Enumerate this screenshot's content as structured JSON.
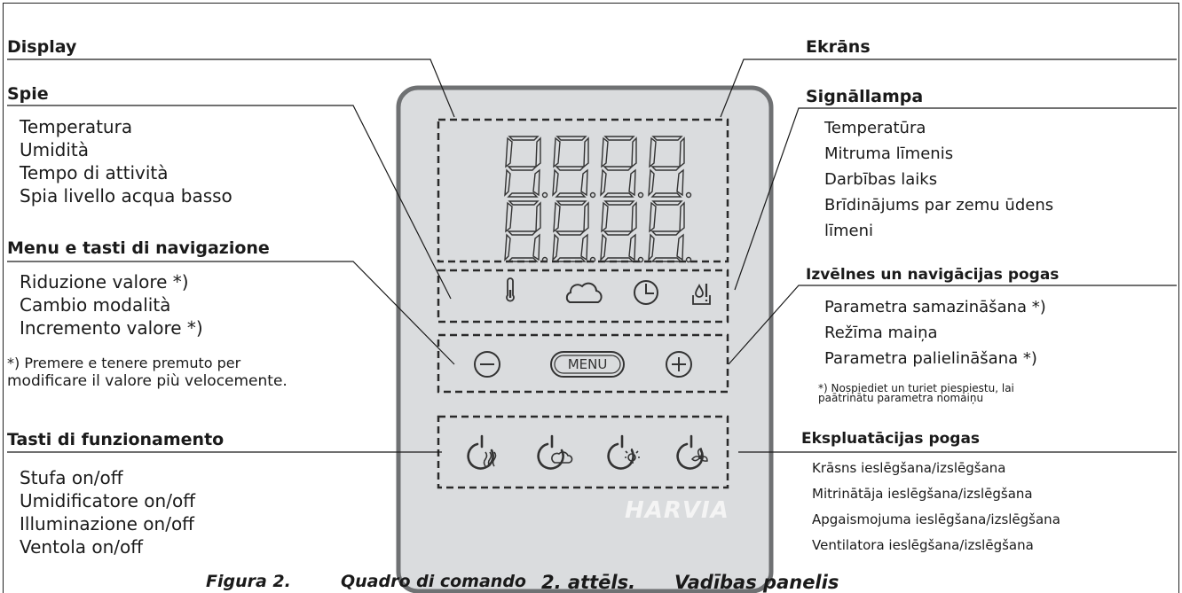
{
  "left": {
    "display_heading": "Display",
    "indicators_heading": "Spie",
    "indicators": [
      "Temperatura",
      "Umidità",
      "Tempo di attività",
      "Spia livello acqua basso"
    ],
    "menu_heading": "Menu e tasti di navigazione",
    "menu_items": [
      "Riduzione valore *)",
      "Cambio modalità",
      "Incremento valore *)"
    ],
    "footnote": [
      "*) Premere e tenere premuto per",
      "modificare il valore più velocemente."
    ],
    "operation_heading": "Tasti di funzionamento",
    "operation_items": [
      "Stufa on/off",
      "Umidificatore on/off",
      "Illuminazione on/off",
      "Ventola on/off"
    ]
  },
  "right": {
    "display_heading": "Ekrāns",
    "indicators_heading": "Signāllampa",
    "indicators": [
      "Temperatūra",
      "Mitruma līmenis",
      "Darbības laiks",
      "Brīdinājums par zemu ūdens",
      "līmeni"
    ],
    "menu_heading": "Izvēlnes un navigācijas pogas",
    "menu_items": [
      "Parametra samazināšana *)",
      "Režīma maiņa",
      "Parametra palielināšana *)"
    ],
    "footnote": [
      "*) Nospiediet un turiet piespiestu, lai",
      "paātrinātu parametra nomaiņu"
    ],
    "operation_heading": "Ekspluatācijas pogas",
    "operation_items": [
      "Krāsns ieslēgšana/izslēgšana",
      "Mitrinātāja ieslēgšana/izslēgšana",
      "Apgaismojuma ieslēgšana/izslēgšana",
      "Ventilatora ieslēgšana/izslēgšana"
    ]
  },
  "panel": {
    "menu_label": "MENU",
    "brand": "HARVIA",
    "colors": {
      "panel_fill": "#dadcde",
      "panel_border": "#6f7173",
      "dash": "#2a2a2a",
      "glyph": "#333333"
    },
    "icons": [
      "thermometer-icon",
      "cloud-icon",
      "clock-icon",
      "water-warning-icon",
      "minus-icon",
      "plus-icon",
      "heater-power-icon",
      "humidifier-power-icon",
      "light-power-icon",
      "fan-power-icon"
    ]
  },
  "caption": {
    "figure_it": "Figura 2.",
    "title_it": "Quadro di comando",
    "figure_lv": "2. attēls.",
    "title_lv": "Vadības panelis"
  }
}
